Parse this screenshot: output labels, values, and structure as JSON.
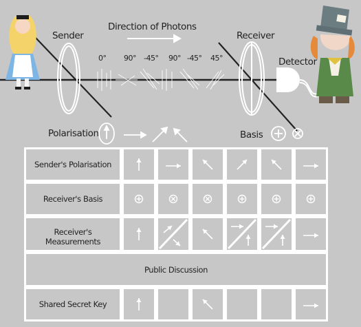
{
  "labels": {
    "sender": "Sender",
    "direction": "Direction of Photons",
    "receiver": "Receiver",
    "detector": "Detector",
    "polarisation": "Polarisation",
    "basis": "Basis",
    "angles": [
      "0°",
      "90°",
      "-45°",
      "90°",
      "-45°",
      "45°"
    ]
  },
  "table": {
    "rows": [
      {
        "label": "Sender's Polarisation",
        "cells": [
          "up",
          "right",
          "upleft",
          "upright",
          "upleft",
          "right"
        ]
      },
      {
        "label": "Receiver's Basis",
        "cells": [
          "plus",
          "cross",
          "cross",
          "plus",
          "plus",
          "plus"
        ]
      },
      {
        "label": "Receiver's Measurements",
        "cells": [
          "up",
          "split-upright-downright",
          "upleft",
          "split-right-up",
          "split-right-up",
          "right"
        ]
      },
      {
        "label": "Public Discussion",
        "cells": []
      },
      {
        "label": "Shared Secret Key",
        "cells": [
          "up",
          "",
          "upleft",
          "",
          "",
          "right"
        ]
      }
    ]
  },
  "icons": {
    "polarisation_legend": "up-arrow-in-circle-icon",
    "basis_legend": [
      "plus-basis-icon",
      "cross-basis-icon"
    ],
    "sender_figure": "alice-figure",
    "receiver_figure": "hatter-figure"
  },
  "colors": {
    "background": "#c7c7c7",
    "lines": "#ffffff",
    "beam": "#222222"
  }
}
